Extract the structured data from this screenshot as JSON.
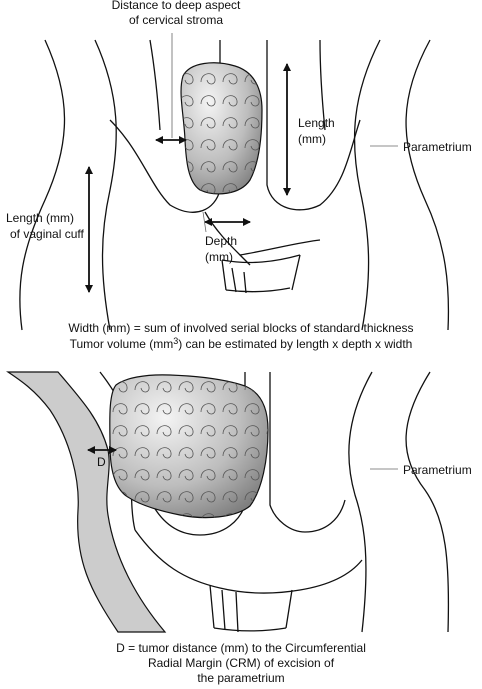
{
  "top": {
    "label_distance_line1": "Distance to deep aspect",
    "label_distance_line2": "of cervical stroma",
    "label_length_line1": "Length",
    "label_length_line2": "(mm)",
    "label_parametrium": "Parametrium",
    "label_vaginal_line1": "Length (mm)",
    "label_vaginal_line2": "of vaginal cuff",
    "label_depth_line1": "Depth",
    "label_depth_line2": "(mm)"
  },
  "middle_caption": {
    "line1": "Width (mm) = sum of involved serial blocks of standard thickness",
    "line2_before": "Tumor volume (mm",
    "line2_sup": "3",
    "line2_after": ") can be estimated by length x depth x width"
  },
  "bottom": {
    "label_d": "D",
    "label_parametrium": "Parametrium"
  },
  "bottom_caption": {
    "line1": "D = tumor distance (mm) to the Circumferential",
    "line2": "Radial Margin (CRM) of excision of",
    "line3": "the parametrium"
  },
  "colors": {
    "line": "#111111",
    "shaded_margin": "#cccccc",
    "tumor_light": "#f2f2f2",
    "tumor_dark": "#8a8a8a"
  }
}
